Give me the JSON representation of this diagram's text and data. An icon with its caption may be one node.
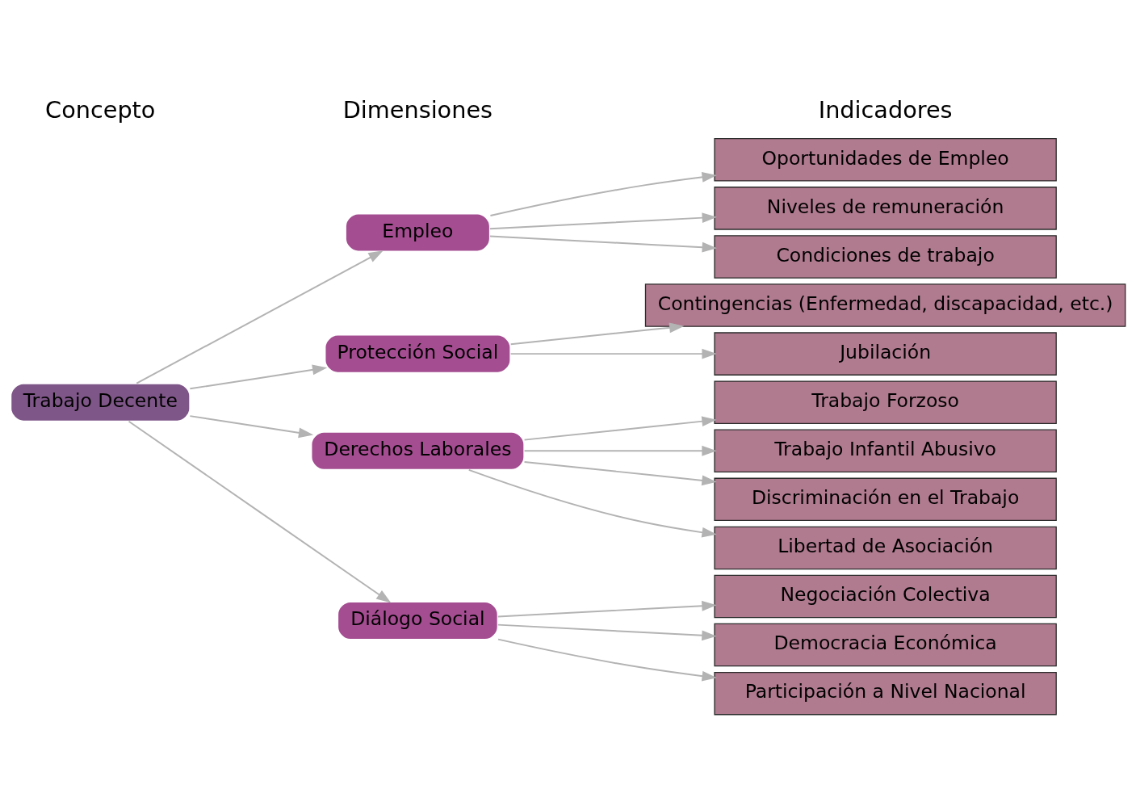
{
  "diagram": {
    "nodes": [
      {
        "text": [
          "Trabajo Decente"
        ]
      },
      {
        "text": [
          "Empleo"
        ]
      },
      {
        "text": [
          "Protección Social"
        ]
      },
      {
        "text": [
          "Derechos Laborales"
        ]
      },
      {
        "text": [
          "Diálogo Social"
        ]
      },
      {
        "text": [
          "Oportunidades de Empleo"
        ]
      },
      {
        "text": [
          "Niveles de remuneración"
        ]
      },
      {
        "text": [
          "Condiciones de trabajo"
        ]
      },
      {
        "text": [
          "Contingencias (Enfermedad, discapacidad, etc.)"
        ]
      },
      {
        "text": [
          "Jubilación"
        ]
      },
      {
        "text": [
          "Trabajo Forzoso"
        ]
      },
      {
        "text": [
          "Trabajo Infantil Abusivo"
        ]
      },
      {
        "text": [
          "Discriminación en el Trabajo"
        ]
      },
      {
        "text": [
          "Libertad de Asociación"
        ]
      },
      {
        "text": [
          "Negociación Colectiva"
        ]
      },
      {
        "text": [
          "Democracia Económica"
        ]
      },
      {
        "text": [
          "Participación a Nivel Nacional"
        ]
      }
    ],
    "edges": [
      {
        "from": 0,
        "to": 1,
        "arrow": "to"
      },
      {
        "from": 0,
        "to": 2,
        "arrow": "to"
      },
      {
        "from": 0,
        "to": 3,
        "arrow": "to"
      },
      {
        "from": 0,
        "to": 4,
        "arrow": "to"
      },
      {
        "from": 1,
        "to": 5,
        "arrow": "to"
      },
      {
        "from": 1,
        "to": 6,
        "arrow": "to"
      },
      {
        "from": 1,
        "to": 7,
        "arrow": "to"
      },
      {
        "from": 2,
        "to": 8,
        "arrow": "to"
      },
      {
        "from": 2,
        "to": 9,
        "arrow": "to"
      },
      {
        "from": 3,
        "to": 10,
        "arrow": "to"
      },
      {
        "from": 3,
        "to": 11,
        "arrow": "to"
      },
      {
        "from": 3,
        "to": 12,
        "arrow": "to"
      },
      {
        "from": 3,
        "to": 13,
        "arrow": "to"
      },
      {
        "from": 4,
        "to": 14,
        "arrow": "to"
      },
      {
        "from": 4,
        "to": 15,
        "arrow": "to"
      },
      {
        "from": 4,
        "to": 16,
        "arrow": "to"
      }
    ],
    "labels": [
      "Concepto",
      "Dimensiones",
      "Indicadores"
    ]
  }
}
